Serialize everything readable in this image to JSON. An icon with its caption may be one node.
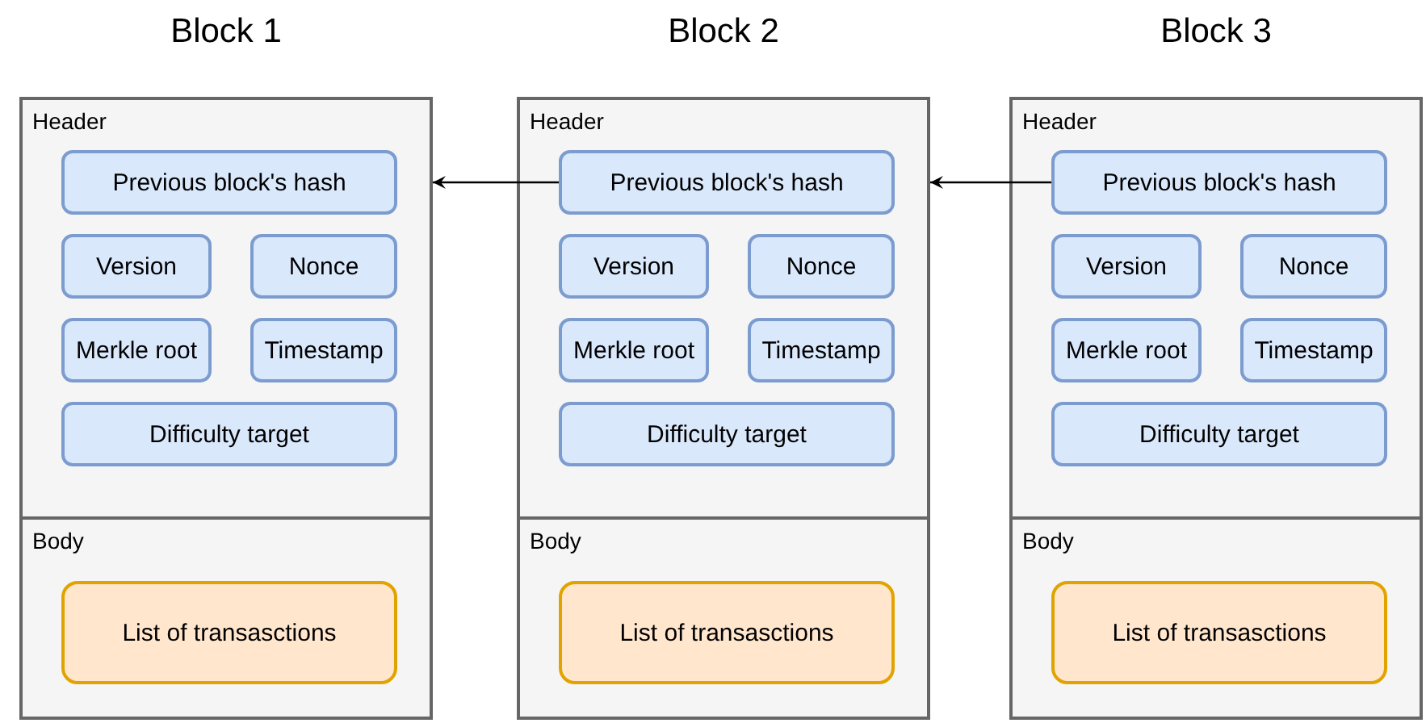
{
  "diagram": {
    "nodes": [
      {
        "text": [
          "Block 1"
        ]
      },
      {
        "text": [
          "Header"
        ],
        "in": 0
      },
      {
        "text": [
          "Previous block's hash"
        ],
        "in": 1
      },
      {
        "text": [
          "Version"
        ],
        "in": 1
      },
      {
        "text": [
          "Nonce"
        ],
        "in": 1
      },
      {
        "text": [
          "Merkle root"
        ],
        "in": 1
      },
      {
        "text": [
          "Timestamp"
        ],
        "in": 1
      },
      {
        "text": [
          "Difficulty target"
        ],
        "in": 1
      },
      {
        "text": [
          "Body"
        ],
        "in": 0
      },
      {
        "text": [
          "List of transasctions"
        ],
        "in": 8
      },
      {
        "text": [
          "Block 2"
        ]
      },
      {
        "text": [
          "Header"
        ],
        "in": 10
      },
      {
        "text": [
          "Previous block's hash"
        ],
        "in": 11
      },
      {
        "text": [
          "Version"
        ],
        "in": 11
      },
      {
        "text": [
          "Nonce"
        ],
        "in": 11
      },
      {
        "text": [
          "Merkle root"
        ],
        "in": 11
      },
      {
        "text": [
          "Timestamp"
        ],
        "in": 11
      },
      {
        "text": [
          "Difficulty target"
        ],
        "in": 11
      },
      {
        "text": [
          "Body"
        ],
        "in": 10
      },
      {
        "text": [
          "List of transasctions"
        ],
        "in": 18
      },
      {
        "text": [
          "Block 3"
        ]
      },
      {
        "text": [
          "Header"
        ],
        "in": 20
      },
      {
        "text": [
          "Previous block's hash"
        ],
        "in": 21
      },
      {
        "text": [
          "Version"
        ],
        "in": 21
      },
      {
        "text": [
          "Nonce"
        ],
        "in": 21
      },
      {
        "text": [
          "Merkle root"
        ],
        "in": 21
      },
      {
        "text": [
          "Timestamp"
        ],
        "in": 21
      },
      {
        "text": [
          "Difficulty target"
        ],
        "in": 21
      },
      {
        "text": [
          "Body"
        ],
        "in": 20
      },
      {
        "text": [
          "List of transasctions"
        ],
        "in": 28
      }
    ],
    "edges": [
      {
        "from": 12,
        "to": 0,
        "arrow": "to"
      },
      {
        "from": 22,
        "to": 10,
        "arrow": "to"
      }
    ]
  }
}
